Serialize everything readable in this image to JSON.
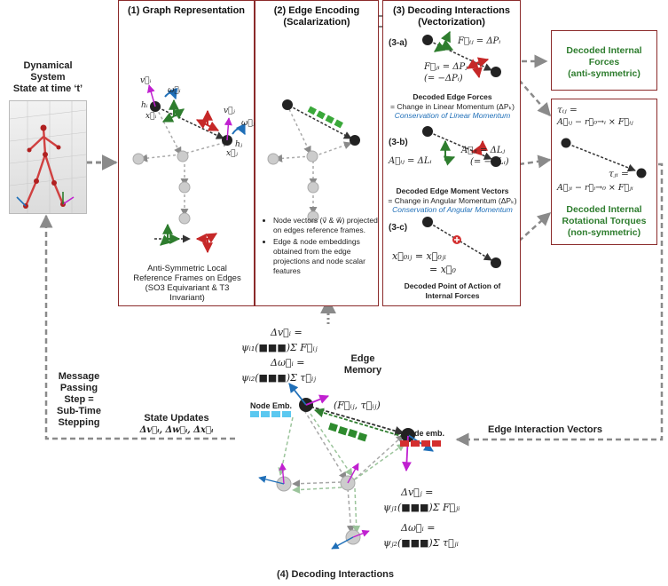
{
  "state": {
    "title_line1": "Dynamical",
    "title_line2": "System",
    "title_line3": "State at time ‘t’"
  },
  "panel1": {
    "title": "(1) Graph Representation",
    "caption_line1": "Anti-Symmetric Local",
    "caption_line2": "Reference Frames on Edges",
    "caption_line3": "(SO3 Equivariant & T3",
    "caption_line4": "Invariant)",
    "label_vi": "v⃗ᵢ",
    "label_wi": "ω⃗ᵢ",
    "label_hi": "hᵢ",
    "label_xi": "x⃗ᵢ",
    "label_vj": "v⃗ⱼ",
    "label_wj": "ω⃗ⱼ",
    "label_hj": "hⱼ",
    "label_xj": "x⃗ⱼ"
  },
  "panel2": {
    "title_line1": "(2) Edge Encoding",
    "title_line2": "(Scalarization)",
    "note1": "Node vectors (v⃗ & w⃗) projected on edges reference frames.",
    "note2": "Edge & node embeddings obtained from the edge projections and node scalar features"
  },
  "panel3": {
    "title_line1": "(3) Decoding Interactions",
    "title_line2": "(Vectorization)",
    "a_tag": "(3-a)",
    "a_fij": "F⃗ᵢⱼ = ΔPᵢ",
    "a_fji_1": "F⃗ⱼᵢ = ΔPⱼ",
    "a_fji_2": "(= −ΔPᵢ)",
    "a_cap1": "Decoded Edge Forces",
    "a_cap2": "= Change in Linear Momentum (ΔPₖ)",
    "a_cap3": "Conservation of Linear Momentum",
    "b_tag": "(3-b)",
    "b_aij": "A⃗ᵢⱼ = ΔLᵢ",
    "b_aji_1": "A⃗ⱼᵢ = ΔLⱼ",
    "b_aji_2": "(= −ΔLᵢ)",
    "b_cap1": "Decoded Edge Moment Vectors",
    "b_cap2": "= Change in Angular Momentum (ΔPₖ)",
    "b_cap3": "Conservation of Angular Momentum",
    "c_tag": "(3-c)",
    "c_eq1": "x⃗₀ᵢⱼ = x⃗₀ⱼᵢ",
    "c_eq2": "= x⃗₀",
    "c_cap1": "Decoded Point of Action of",
    "c_cap2": "Internal Forces"
  },
  "forces_box": {
    "line1": "Decoded Internal",
    "line2": "Forces",
    "line3": "(anti-symmetric)"
  },
  "torques_box": {
    "tau_ij_1": "τᵢⱼ =",
    "tau_ij_2": "A⃗ᵢⱼ − r⃗₀→ᵢ × F⃗ᵢⱼ",
    "tau_ji_1": "τⱼᵢ =",
    "tau_ji_2": "A⃗ⱼᵢ − r⃗ᵢ→₀ × F⃗ⱼᵢ",
    "line1": "Decoded Internal",
    "line2": "Rotational Torques",
    "line3": "(non-symmetric)"
  },
  "bottom": {
    "title": "(4) Decoding Interactions",
    "edge_memory_1": "Edge",
    "edge_memory_2": "Memory",
    "dv_i_1": "Δv⃗ᵢ =",
    "dv_i_2": "ψᵢ₁(■■■)Σ F⃗ᵢⱼ",
    "dw_i_1": "Δω⃗ᵢ =",
    "dw_i_2": "ψᵢ₂(■■■)Σ τ⃗ᵢⱼ",
    "node_emb_left": "Node Emb.",
    "node_emb_right": "Node emb.",
    "edge_pair": "(F⃗ᵢⱼ, τ⃗ᵢⱼ)",
    "dv_j_1": "Δv⃗ⱼ =",
    "dv_j_2": "ψⱼ₁(■■■)Σ F⃗ⱼᵢ",
    "dw_j_1": "Δω⃗ᵢ =",
    "dw_j_2": "ψⱼ₂(■■■)Σ τ⃗ⱼᵢ"
  },
  "left_labels": {
    "mp_line1": "Message",
    "mp_line2": "Passing",
    "mp_line3": "Step =",
    "mp_line4": "Sub-Time",
    "mp_line5": "Stepping",
    "state_updates_1": "State Updates",
    "state_updates_2": "Δv⃗ᵢ, Δw⃗ᵢ, Δx⃗ᵢ"
  },
  "right_labels": {
    "edge_interaction": "Edge Interaction Vectors"
  },
  "colors": {
    "panel_border": "#8b2a2a",
    "green": "#2e7d2e",
    "red": "#c62828",
    "blue": "#1f6fb8",
    "magenta": "#c020d0",
    "cyan": "#5bc8f0",
    "grey_arrow": "#8a8a8a"
  }
}
